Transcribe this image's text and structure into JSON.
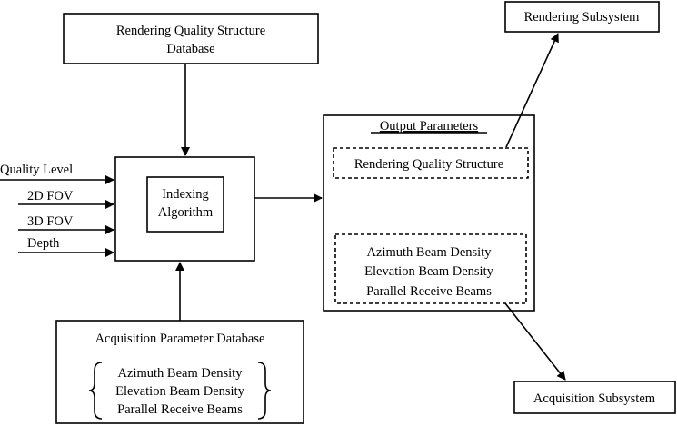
{
  "rendering_db": {
    "line1": "Rendering Quality Structure",
    "line2": "Database"
  },
  "inputs": [
    "Quality Level",
    "2D FOV",
    "3D FOV",
    "Depth"
  ],
  "indexing": {
    "line1": "Indexing",
    "line2": "Algorithm"
  },
  "output": {
    "title": "Output Parameters",
    "rendering_item": "Rendering Quality Structure",
    "acq_items": [
      "Azimuth Beam Density",
      "Elevation Beam Density",
      "Parallel Receive Beams"
    ]
  },
  "acq_db": {
    "title": "Acquisition Parameter Database",
    "items": [
      "Azimuth Beam Density",
      "Elevation Beam Density",
      "Parallel Receive Beams"
    ]
  },
  "rendering_subsystem": "Rendering Subsystem",
  "acquisition_subsystem": "Acquisition Subsystem"
}
